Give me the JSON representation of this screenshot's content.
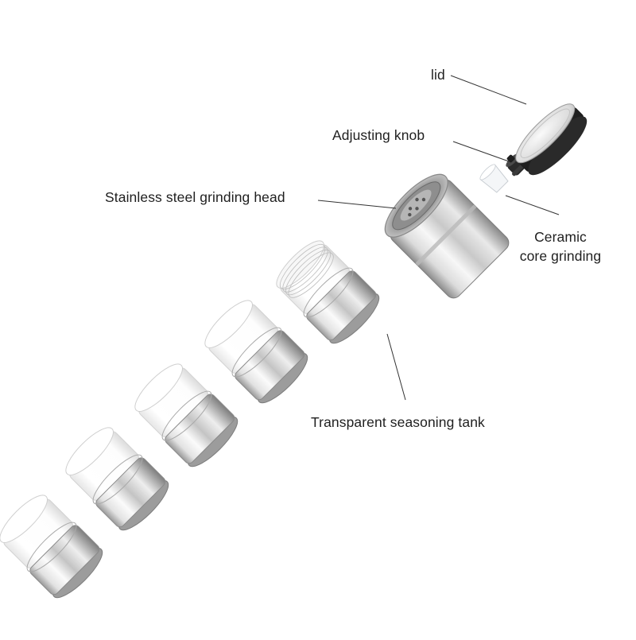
{
  "labels": {
    "lid": "lid",
    "adjusting_knob": "Adjusting knob",
    "grinding_head": "Stainless steel grinding head",
    "ceramic_line1": "Ceramic",
    "ceramic_line2": "core grinding",
    "tank": "Transparent seasoning tank"
  },
  "colors": {
    "steel_dark": "#8f8f8f",
    "steel_light": "#f4f4f4",
    "knob": "#2a2a2a",
    "leader_line": "#333333"
  }
}
